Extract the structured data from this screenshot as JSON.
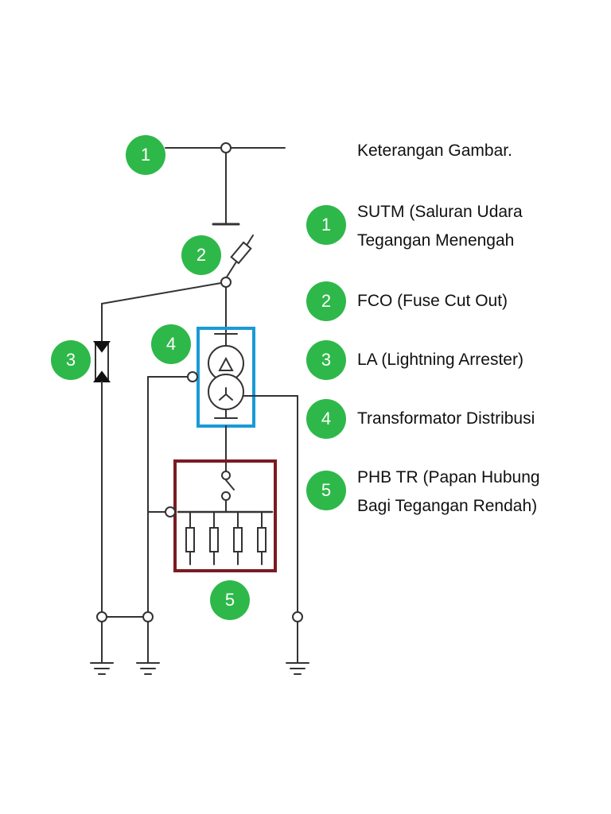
{
  "colors": {
    "badge": "#2eb84a",
    "line": "#333333",
    "transformer_box": "#1a9ad6",
    "phb_box": "#7a1b22"
  },
  "diagram_badges": [
    {
      "id": "sutm",
      "label": "1"
    },
    {
      "id": "fco",
      "label": "2"
    },
    {
      "id": "la",
      "label": "3"
    },
    {
      "id": "transformer",
      "label": "4"
    },
    {
      "id": "phb",
      "label": "5"
    }
  ],
  "legend": {
    "title": "Keterangan Gambar.",
    "items": [
      {
        "number": "1",
        "text": "SUTM (Saluran Udara\nTegangan Menengah"
      },
      {
        "number": "2",
        "text": "FCO (Fuse Cut Out)"
      },
      {
        "number": "3",
        "text": "LA (Lightning Arrester)"
      },
      {
        "number": "4",
        "text": "Transformator Distribusi"
      },
      {
        "number": "5",
        "text": "PHB TR (Papan Hubung\nBagi Tegangan Rendah)"
      }
    ]
  }
}
